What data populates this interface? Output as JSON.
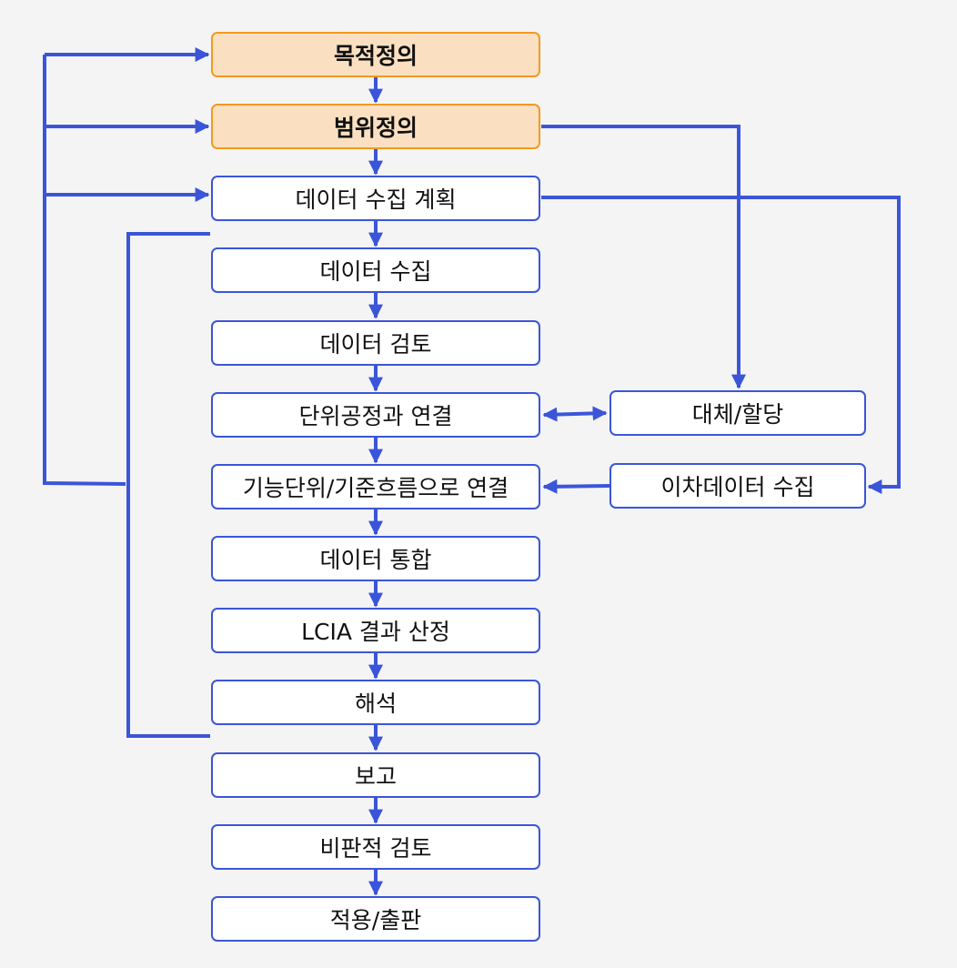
{
  "colors": {
    "arrow": "#3b55d9",
    "highlight_fill": "#fae0c1",
    "highlight_border": "#f29a1f",
    "box_border": "#3b55d9"
  },
  "steps": [
    {
      "label": "목적정의"
    },
    {
      "label": "범위정의"
    },
    {
      "label": "데이터 수집 계획"
    },
    {
      "label": "데이터 수집"
    },
    {
      "label": "데이터 검토"
    },
    {
      "label": "단위공정과 연결"
    },
    {
      "label": "기능단위/기준흐름으로 연결"
    },
    {
      "label": "데이터 통합"
    },
    {
      "label": "LCIA 결과 산정"
    },
    {
      "label": "해석"
    },
    {
      "label": "보고"
    },
    {
      "label": "비판적 검토"
    },
    {
      "label": "적용/출판"
    }
  ],
  "side_steps": [
    {
      "label": "대체/할당"
    },
    {
      "label": "이차데이터 수집"
    }
  ]
}
